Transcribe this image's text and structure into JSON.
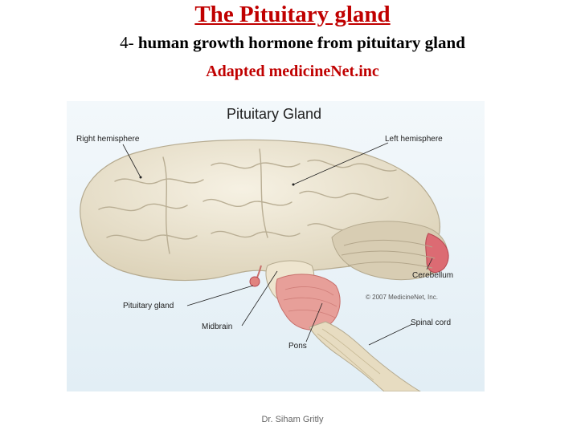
{
  "slide": {
    "title": "The Pituitary gland",
    "subtitle_number": "4- ",
    "subtitle_text": "human growth hormone from pituitary gland",
    "source": "Adapted medicineNet.inc",
    "footer": "Dr. Siham Gritly"
  },
  "figure": {
    "title": "Pituitary Gland",
    "copyright": "© 2007 MedicineNet, Inc.",
    "labels": {
      "right_hemisphere": "Right hemisphere",
      "left_hemisphere": "Left hemisphere",
      "cerebellum": "Cerebellum",
      "pituitary_gland": "Pituitary gland",
      "midbrain": "Midbrain",
      "pons": "Pons",
      "spinal_cord": "Spinal cord"
    },
    "colors": {
      "background": "#ebf3f8",
      "cortex": "#ede6d2",
      "sulci": "#b9ae94",
      "brainstem": "#e79f99",
      "cerebellum": "#dc6b73",
      "spinal_cord": "#e7dcc1",
      "title_color": "#c00000"
    }
  }
}
